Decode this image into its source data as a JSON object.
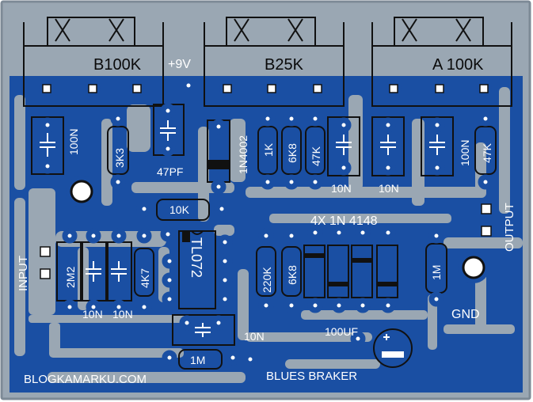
{
  "colors": {
    "board": "#9aa7b3",
    "copper": "#1a4fa3",
    "pad_hole": "#ffffff",
    "silk_outline": "#111111",
    "silk_text": "#ffffff"
  },
  "pots": {
    "left_label": "B100K",
    "mid_label": "B25K",
    "right_label": "A 100K"
  },
  "labels": {
    "supply": "+9V",
    "input": "INPUT",
    "output": "OUTPUT",
    "ground": "GND",
    "diodes": "4X 1N 4148",
    "website": "BLOGKAMARKU.COM",
    "title": "BLUES BRAKER"
  },
  "components": {
    "c_100n_left": "100N",
    "r_3k3": "3K3",
    "c_47pf": "47PF",
    "d_1n4002": "1N4002",
    "r_1k": "1K",
    "r_6k8_top": "6K8",
    "r_47k_mid": "47K",
    "c_10n_a": "10N",
    "c_10n_b": "10N",
    "c_100n_right": "100N",
    "r_47k_right": "47K",
    "r_10k": "10K",
    "r_2m2": "2M2",
    "c_10n_c": "10N",
    "c_10n_d": "10N",
    "r_4k7": "4K7",
    "ic": "TL072",
    "r_220k": "220K",
    "r_6k8_bot": "6K8",
    "r_1m_right": "1M",
    "r_1m_bot": "1M",
    "c_10n_e": "10N",
    "c_100uf": "100UF"
  }
}
